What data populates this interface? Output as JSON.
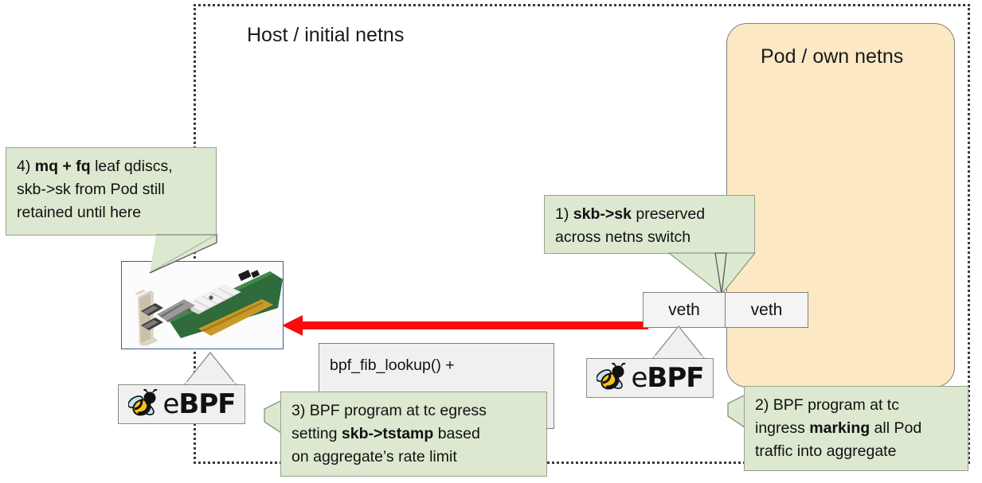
{
  "diagram": {
    "title_host": "Host / initial netns",
    "title_pod": "Pod / own netns",
    "colors": {
      "pod_fill": "#fce9c4",
      "callout_fill": "#dce8d0",
      "gray_fill": "#f0f0f0",
      "arrow": "#fa0a0a",
      "border": "#7f7f7f",
      "dotted_border": "#3b3b3b"
    }
  },
  "callouts": {
    "box4": {
      "id": "4)",
      "line1_prefix": "4) ",
      "line1_bold": "mq + fq",
      "line1_suffix": " leaf qdiscs,",
      "line2": "skb->sk from Pod still",
      "line3": "retained until here",
      "full_text": "4) mq + fq leaf qdiscs, skb->sk from Pod still retained until here"
    },
    "box1": {
      "id": "1)",
      "line1_prefix": "1) ",
      "line1_bold": "skb->sk",
      "line1_suffix": " preserved",
      "line2": "across netns switch",
      "full_text": "1) skb->sk preserved across netns switch"
    },
    "box2": {
      "id": "2)",
      "line1": "2) BPF program at tc",
      "line2_prefix": "ingress ",
      "line2_bold": "marking",
      "line2_suffix": " all Pod",
      "line3": "traffic into aggregate",
      "full_text": "2) BPF program at tc ingress marking all Pod traffic into aggregate"
    },
    "box3": {
      "id": "3)",
      "line1": "3) BPF program at tc egress",
      "line2_prefix": "setting ",
      "line2_bold": "skb->tstamp",
      "line2_suffix": " based",
      "line3": "on aggregate’s rate limit",
      "full_text": "3) BPF program at tc egress setting skb->tstamp based on aggregate’s rate limit"
    }
  },
  "nodes": {
    "bpf_fib_lookup": "bpf_fib_lookup() +",
    "veth_host": "veth",
    "veth_pod": "veth",
    "ebpf_logo_text_e": "e",
    "ebpf_logo_text_bpf": "BPF",
    "ebpf_logo_alt": "eBPF bee logo",
    "nic_alt": "network interface card photo"
  }
}
